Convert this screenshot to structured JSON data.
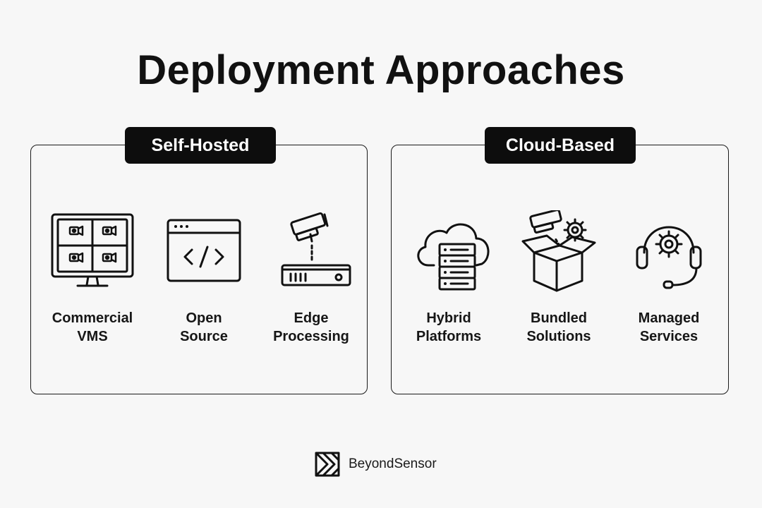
{
  "title": "Deployment Approaches",
  "colors": {
    "ink": "#111111",
    "background": "#f7f7f7",
    "tag_fill": "#0d0d0d",
    "tag_text": "#ffffff"
  },
  "panels": [
    {
      "tag": "Self-Hosted",
      "items": [
        {
          "icon": "monitor-camera-grid-icon",
          "line1": "Commercial",
          "line2": "VMS"
        },
        {
          "icon": "code-window-icon",
          "line1": "Open",
          "line2": "Source"
        },
        {
          "icon": "camera-edge-device-icon",
          "line1": "Edge",
          "line2": "Processing"
        }
      ]
    },
    {
      "tag": "Cloud-Based",
      "items": [
        {
          "icon": "cloud-server-icon",
          "line1": "Hybrid",
          "line2": "Platforms"
        },
        {
          "icon": "box-camera-gear-icon",
          "line1": "Bundled",
          "line2": "Solutions"
        },
        {
          "icon": "headset-gear-icon",
          "line1": "Managed",
          "line2": "Services"
        }
      ]
    }
  ],
  "footer": {
    "logo_icon": "beyondsensor-logo-icon",
    "brand": "BeyondSensor"
  }
}
